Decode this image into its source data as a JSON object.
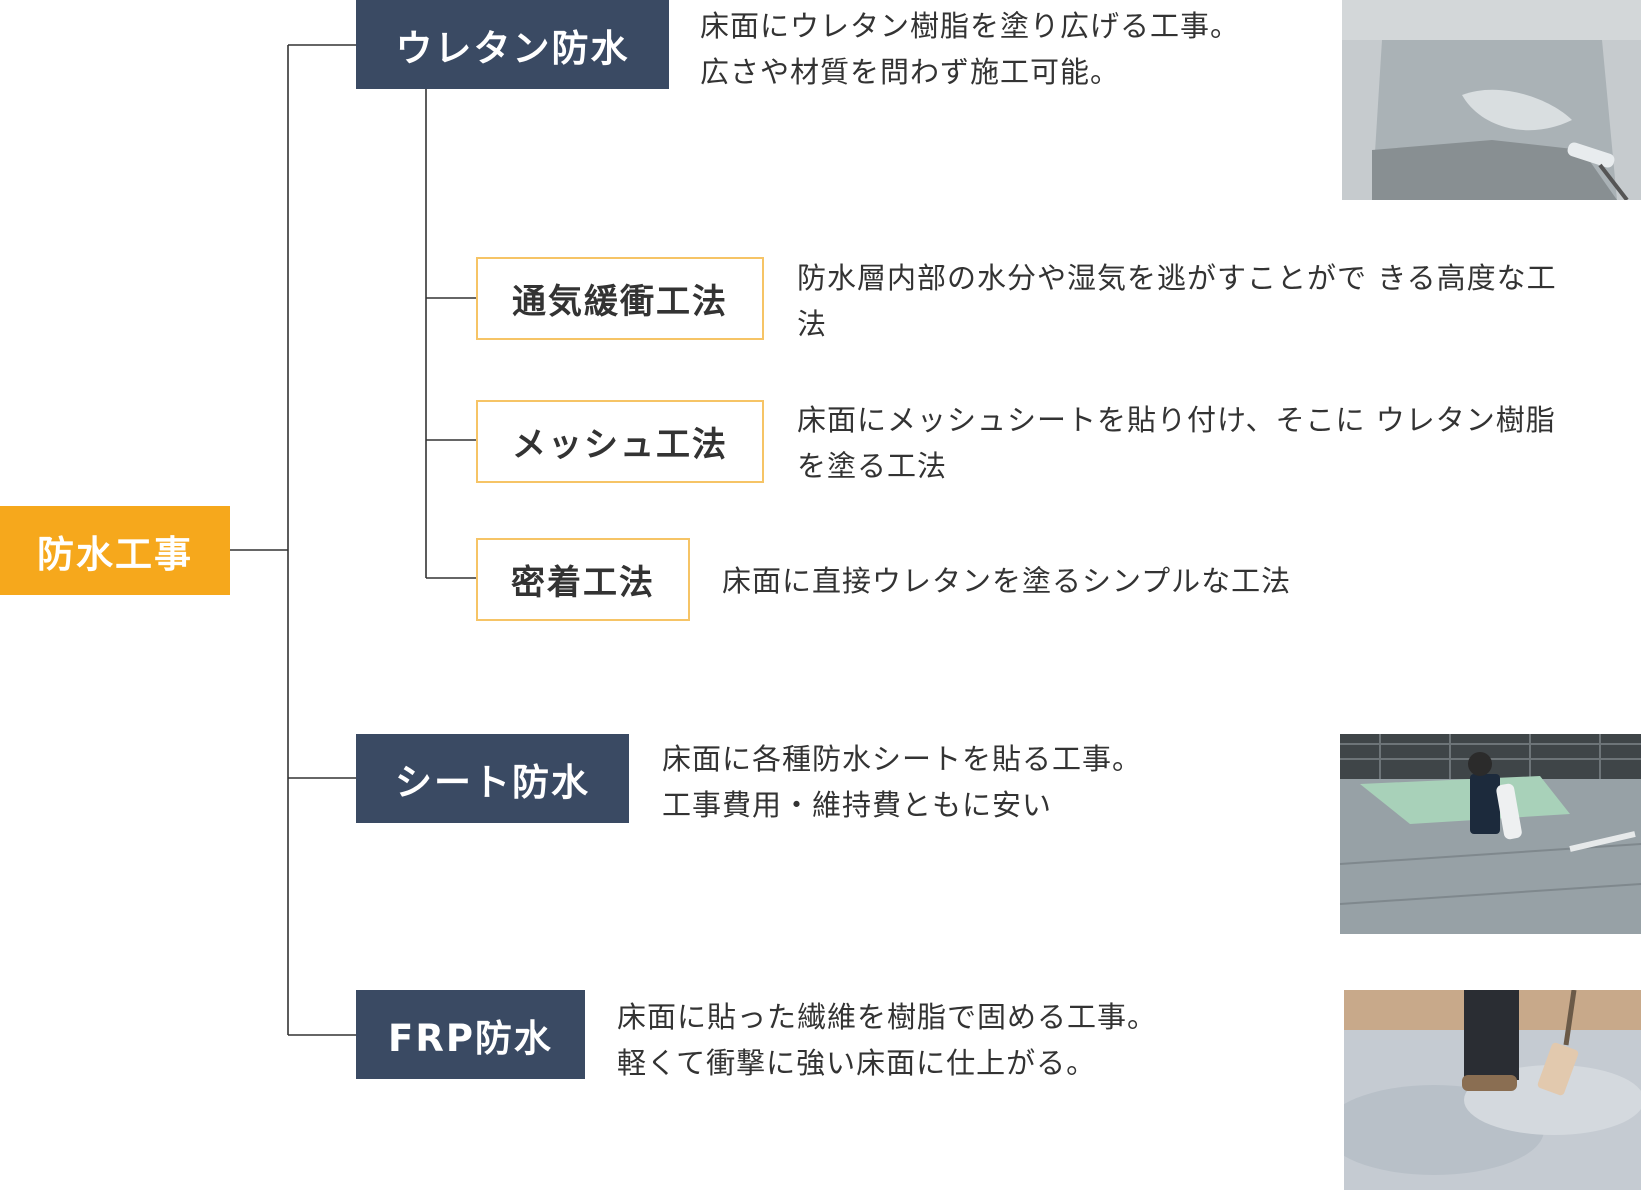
{
  "root": {
    "label": "防水工事"
  },
  "urethane": {
    "label": "ウレタン防水",
    "desc": "床面にウレタン樹脂を塗り広げる工事。\n広さや材質を問わず施工可能。",
    "photo_icon": "urethane-roller-photo"
  },
  "methods": [
    {
      "label": "通気緩衝工法",
      "desc": "防水層内部の水分や湿気を逃がすことがで きる高度な工\n法"
    },
    {
      "label": "メッシュ工法",
      "desc": "床面にメッシュシートを貼り付け、そこに ウレタン樹脂\nを塗る工法"
    },
    {
      "label": "密着工法",
      "desc": "床面に直接ウレタンを塗るシンプルな工法"
    }
  ],
  "sheet": {
    "label": "シート防水",
    "desc": "床面に各種防水シートを貼る工事。\n工事費用・維持費ともに安い",
    "photo_icon": "sheet-installation-photo"
  },
  "frp": {
    "label": "FRP防水",
    "desc": "床面に貼った繊維を樹脂で固める工事。\n軽くて衝撃に強い床面に仕上がる。",
    "photo_icon": "frp-coating-photo"
  },
  "colors": {
    "root": "#f6a81c",
    "main": "#3a4a63",
    "sub_border": "#f6c466",
    "line": "#333333"
  }
}
